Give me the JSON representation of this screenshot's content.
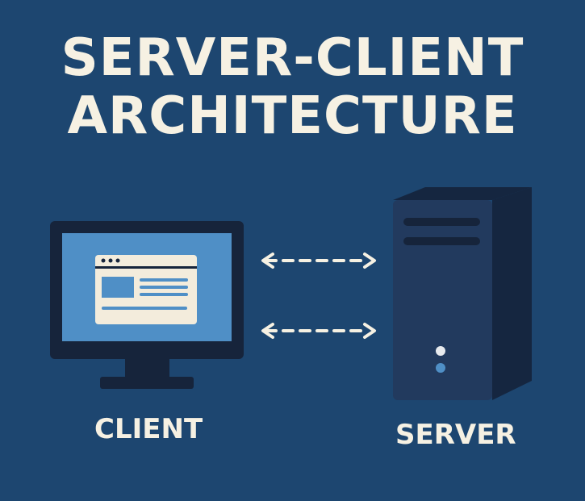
{
  "title": {
    "line1": "SERVER-CLIENT",
    "line2": "ARCHITECTURE"
  },
  "client": {
    "label": "CLIENT",
    "icon": "monitor-icon"
  },
  "server": {
    "label": "SERVER",
    "icon": "server-tower-icon"
  },
  "connections": [
    {
      "type": "bidirectional-dashed-arrow"
    },
    {
      "type": "bidirectional-dashed-arrow"
    }
  ],
  "colors": {
    "background": "#1d4670",
    "text": "#f6f1e3",
    "device_dark": "#16243b",
    "screen": "#4f8fc6",
    "server_front": "#223a5e",
    "server_side": "#152640",
    "led_white": "#e7eaee",
    "led_blue": "#4f8fc6"
  }
}
